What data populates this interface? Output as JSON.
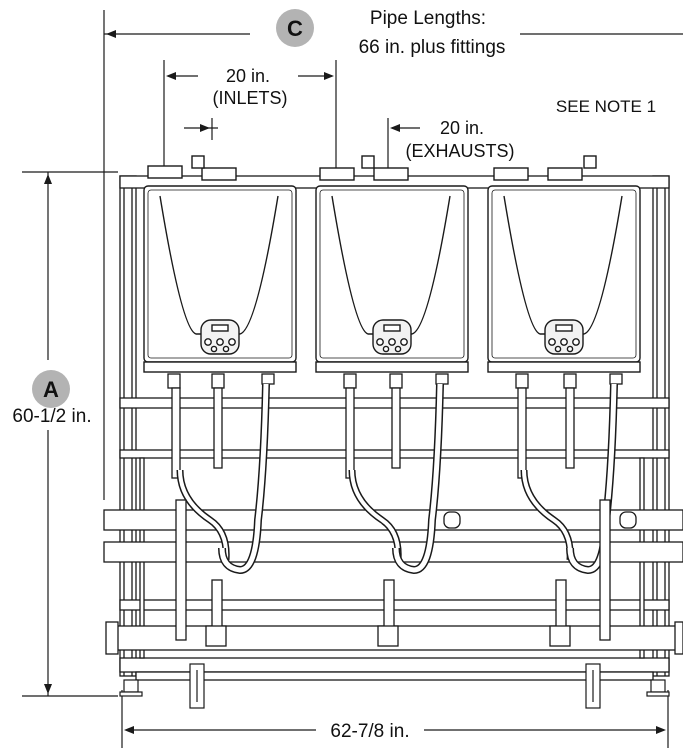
{
  "callouts": {
    "c_letter": "C",
    "a_letter": "A",
    "pipe_lengths_line1": "Pipe Lengths:",
    "pipe_lengths_line2": "66 in. plus fittings",
    "inlets_value": "20 in.",
    "inlets_label": "(INLETS)",
    "exhausts_value": "20 in.",
    "exhausts_label": "(EXHAUSTS)",
    "note": "SEE NOTE 1",
    "height": "60-1/2 in.",
    "width": "62-7/8 in."
  },
  "colors": {
    "line": "#1a1a1a",
    "badge": "#b3b3b3",
    "heater_fill": "#ffffff",
    "panel_fill": "#f2f2f2"
  },
  "heater_count": 3
}
